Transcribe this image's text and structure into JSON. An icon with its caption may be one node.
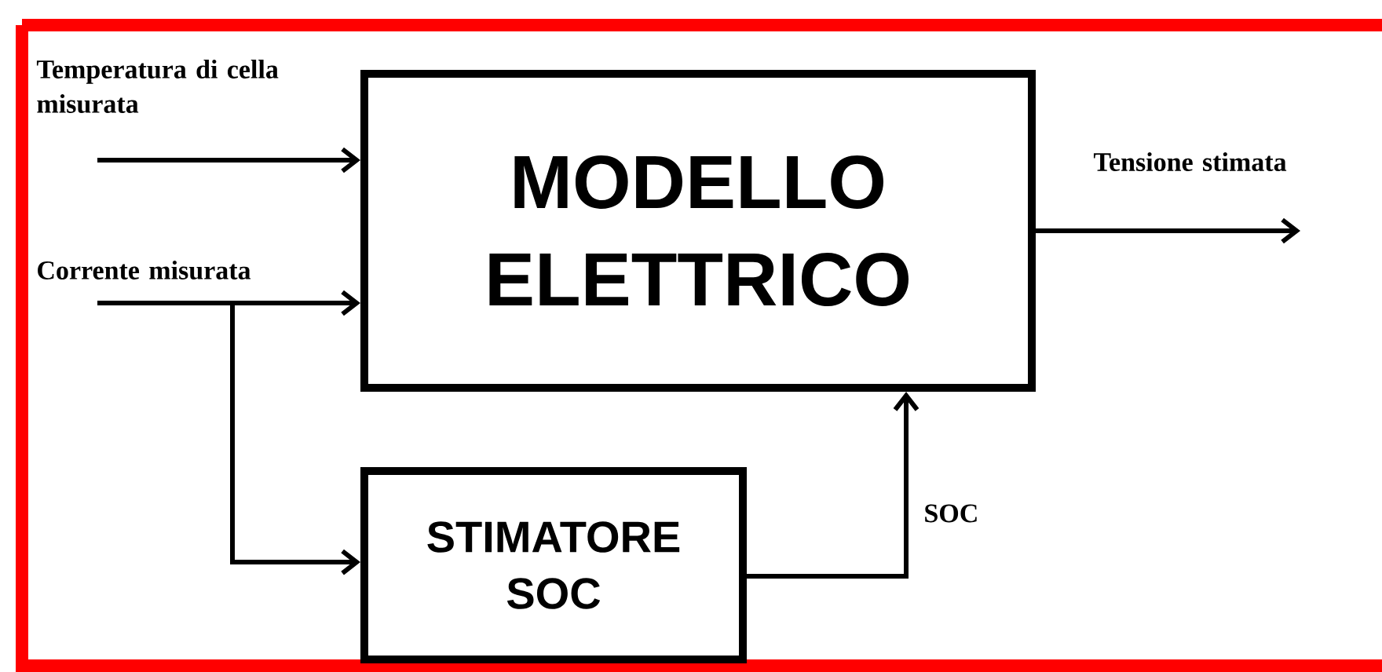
{
  "diagram": {
    "nodes": [
      {
        "text": [
          "MODELLO ELETTRICO"
        ]
      },
      {
        "text": [
          "STIMATORE SOC"
        ]
      }
    ],
    "edges": [
      {
        "from": null,
        "to": 0,
        "arrow": "to",
        "label": "Temperatura di cella misurata"
      },
      {
        "from": null,
        "to": 0,
        "arrow": "to",
        "label": "Corrente misurata"
      },
      {
        "from": null,
        "to": 1,
        "arrow": "to"
      },
      {
        "from": 1,
        "to": 0,
        "arrow": "to",
        "label": "SOC"
      },
      {
        "from": 0,
        "to": null,
        "arrow": "to",
        "label": "Tensione stimata"
      }
    ]
  }
}
